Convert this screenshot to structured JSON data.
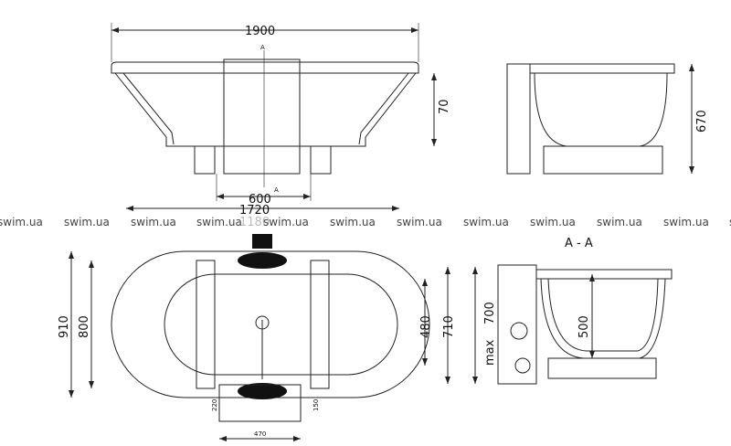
{
  "dimensions": {
    "length": "1900",
    "rim": "70",
    "height": "670",
    "feet_spacing": "600",
    "inner_length": "1720",
    "ghost": "1180",
    "width": "910",
    "inner_width": "800",
    "basin_width": "480",
    "strip_width": "710",
    "box_width": "470",
    "box_left": "220",
    "box_right": "150",
    "section_height": "700",
    "section_depth": "500",
    "max_label": "max"
  },
  "section": {
    "marker": "A",
    "title": "A - A"
  },
  "watermark": "swim.ua"
}
